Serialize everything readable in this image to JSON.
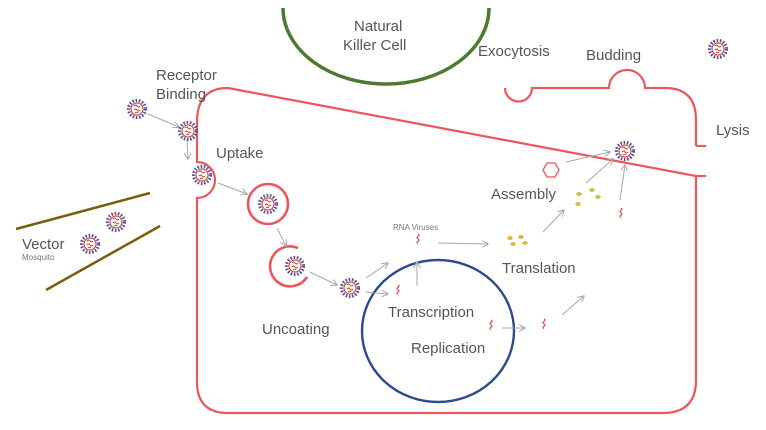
{
  "labels": {
    "natural_killer_line1": "Natural",
    "natural_killer_line2": "Killer Cell",
    "exocytosis": "Exocytosis",
    "budding": "Budding",
    "receptor_line1": "Receptor",
    "receptor_line2": "Binding",
    "lysis": "Lysis",
    "uptake": "Uptake",
    "assembly": "Assembly",
    "rna_viruses": "RNA Viruses",
    "vector": "Vector",
    "mosquito": "Mosquito",
    "translation": "Translation",
    "uncoating": "Uncoating",
    "transcription": "Transcription",
    "replication": "Replication"
  },
  "colors": {
    "cell_membrane": "#e8585c",
    "nucleus": "#2d4a8c",
    "killer_cell": "#4d7a2e",
    "vector_lines": "#7a5f0a",
    "virus_spikes": "#5b4ba0",
    "virus_core": "#c0392b",
    "protein": "#e5c21c",
    "arrow": "#a8a8a8"
  }
}
